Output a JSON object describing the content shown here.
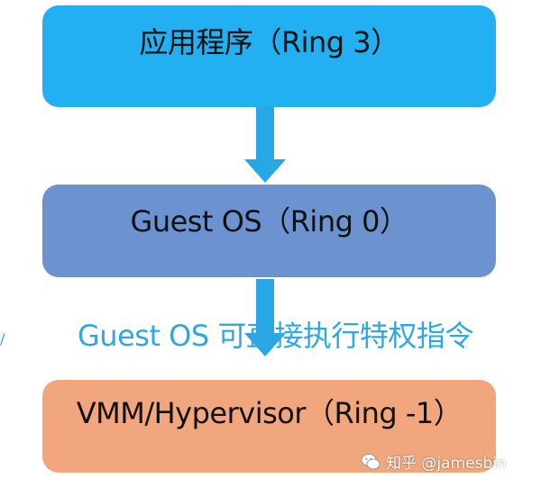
{
  "diagram": {
    "layers": [
      {
        "label": "应用程序（Ring 3）",
        "color": "#22b0f2"
      },
      {
        "label": "Guest OS（Ring 0）",
        "color": "#6c93cf"
      },
      {
        "label": "VMM/Hypervisor（Ring -1）",
        "color": "#f2a67d"
      }
    ],
    "arrow_color": "#28a7e6",
    "annotation": "Guest OS 可直接执行特权指令",
    "annotation_color": "#2da8e3"
  },
  "watermark": {
    "text": "知乎 @jamesbin"
  }
}
